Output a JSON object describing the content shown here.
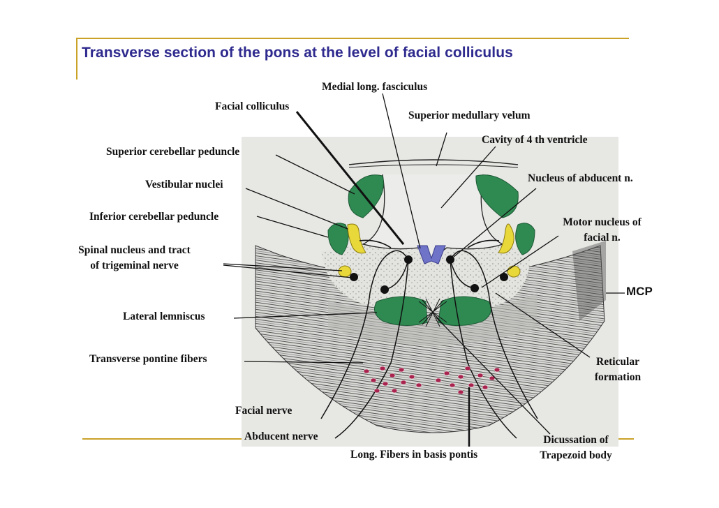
{
  "title": "Transverse section of the pons at the level of facial colliculus",
  "labels": {
    "medial_long_fasciculus": "Medial long. fasciculus",
    "facial_colliculus": "Facial colliculus",
    "superior_medullary_velum": "Superior medullary velum",
    "cavity_4th_ventricle": "Cavity of 4 th ventricle",
    "superior_cerebellar_peduncle": "Superior cerebellar peduncle",
    "vestibular_nuclei": "Vestibular nuclei",
    "nucleus_abducent": "Nucleus of abducent n.",
    "inferior_cerebellar_peduncle": "Inferior cerebellar peduncle",
    "motor_nucleus_facial_line1": "Motor nucleus of",
    "motor_nucleus_facial_line2": "facial n.",
    "spinal_nucleus_line1": "Spinal nucleus and tract",
    "spinal_nucleus_line2": "of trigeminal nerve",
    "mcp": "MCP",
    "lateral_lemniscus": "Lateral lemniscus",
    "transverse_pontine_fibers": "Transverse pontine fibers",
    "reticular_formation_line1": "Reticular",
    "reticular_formation_line2": "formation",
    "facial_nerve": "Facial nerve",
    "abducent_nerve": "Abducent nerve",
    "long_fibers_basis_pontis": "Long. Fibers in basis pontis",
    "dicussation_line1": "Dicussation of",
    "dicussation_line2": "Trapezoid body"
  },
  "colors": {
    "title": "#2e2a8e",
    "frame": "#c9a227",
    "nucleus_green": "#2f8a52",
    "nucleus_yellow": "#e8d83a",
    "mlf_blue": "#6f74c9",
    "basis_red": "#a8234e",
    "panel_bg": "#e7e7e4"
  }
}
